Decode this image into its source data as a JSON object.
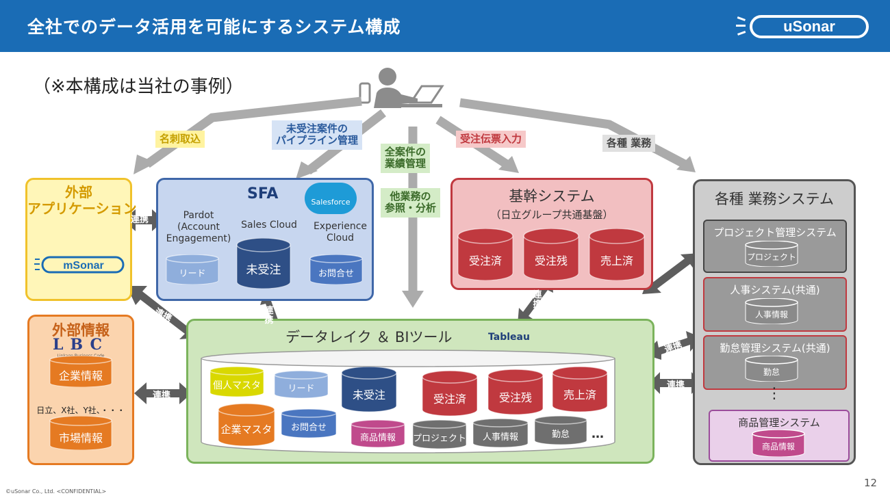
{
  "header": {
    "title": "全社でのデータ活用を可能にするシステム構成",
    "logo_text": "uSonar"
  },
  "note": "（※本構成は当社の事例）",
  "labels": {
    "meishi": "名刺取込",
    "pipeline": "未受注案件の\nパイプライン管理",
    "all_cases": "全案件の\n業績管理",
    "other_ref": "他業務の\n参照・分析",
    "order_input": "受注伝票入力",
    "various_work": "各種 業務"
  },
  "external_app": {
    "title": "外部\nアプリケーション",
    "logo": "mSonar"
  },
  "sfa": {
    "title": "SFA",
    "salesforce": "Salesforce",
    "pardot": "Pardot\n(Account\nEngagement)",
    "sales_cloud": "Sales Cloud",
    "experience_cloud": "Experience\nCloud",
    "db_lead": "リード",
    "db_unordered": "未受注",
    "db_inquiry": "お問合せ"
  },
  "core": {
    "title": "基幹システム",
    "subtitle": "（日立グループ共通基盤）",
    "db_ordered": "受注済",
    "db_backlog": "受注残",
    "db_sales": "売上済"
  },
  "ext_info": {
    "title": "外部情報",
    "lbc_logo": "LBC",
    "lbc_sub": "Linkage Business Code",
    "db_company": "企業情報",
    "examples": "日立、X社、Y社、・・・",
    "db_market": "市場情報"
  },
  "datalake": {
    "title": "データレイク ＆ BIツール",
    "tableau": "Tableau",
    "dbs": [
      "個人マスタ",
      "リード",
      "未受注",
      "受注済",
      "受注残",
      "売上済",
      "企業マスタ",
      "お問合せ",
      "商品情報",
      "プロジェクト",
      "人事情報",
      "勤怠"
    ],
    "more": "…"
  },
  "biz": {
    "title": "各種 業務システム",
    "project": {
      "title": "プロジェクト管理システム",
      "db": "プロジェクト"
    },
    "hr": {
      "title": "人事システム(共通)",
      "db": "人事情報"
    },
    "attendance": {
      "title": "勤怠管理システム(共通)",
      "db": "勤怠"
    },
    "vdots": "⋮",
    "product": {
      "title": "商品管理システム",
      "db": "商品情報"
    }
  },
  "relation": "連携",
  "footer": "©uSonar Co., Ltd. <CONFIDENTIAL>",
  "page": "12",
  "colors": {
    "header_blue": "#1a6cb5",
    "sfa_blue": "#3f67a8",
    "core_red": "#c0393f",
    "ext_orange": "#e57a22",
    "lake_green": "#cfe6bd",
    "biz_gray": "#9a9a9a",
    "app_yellow": "#fff6b8"
  }
}
